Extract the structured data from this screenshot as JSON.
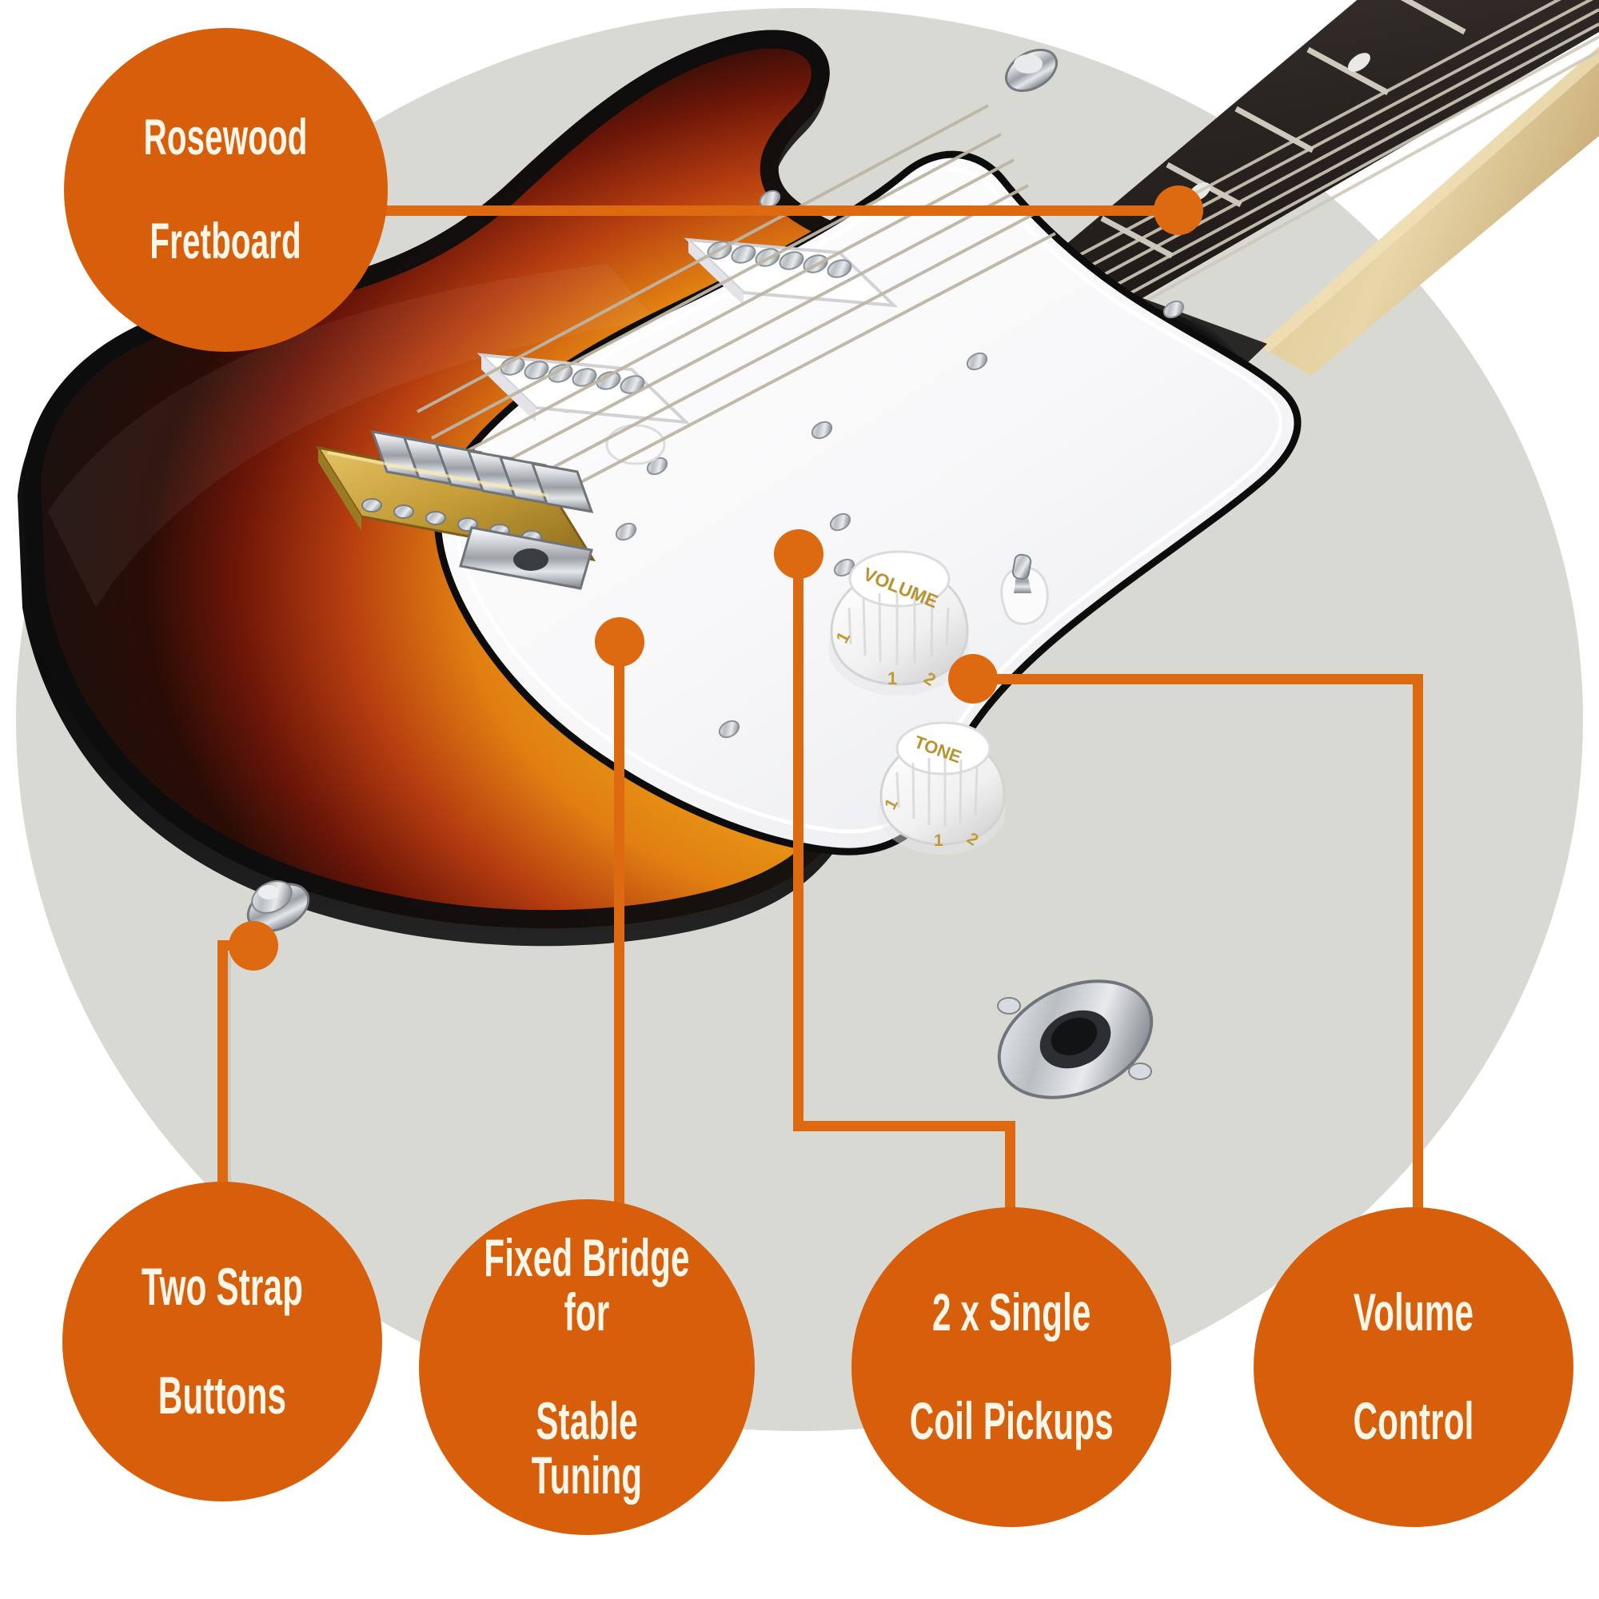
{
  "graphic": {
    "kind": "product-feature-infographic",
    "subject": "electric guitar, sunburst finish, white pickguard",
    "background_disc_color": "#d9d9d4",
    "accent_color": "#d75f0c",
    "connector_color": "#dd6a11",
    "label_text_color": "#fcf6e9"
  },
  "callouts": [
    {
      "id": "rosewood-fretboard",
      "line1": "Rosewood",
      "line2": "Fretboard",
      "position": "top-left",
      "anchor": "fretboard"
    },
    {
      "id": "two-strap-buttons",
      "line1": "Two Strap",
      "line2": "Buttons",
      "position": "bottom-1",
      "anchor": "strap-button"
    },
    {
      "id": "fixed-bridge",
      "line1": "Fixed Bridge for",
      "line2": "Stable Tuning",
      "position": "bottom-2",
      "anchor": "bridge"
    },
    {
      "id": "single-coil-pickups",
      "line1": "2 x Single",
      "line2": "Coil Pickups",
      "position": "bottom-3",
      "anchor": "neck-pickup"
    },
    {
      "id": "volume-control",
      "line1": "Volume",
      "line2": "Control",
      "position": "bottom-4",
      "anchor": "volume-knob"
    }
  ],
  "knobs": [
    {
      "id": "volume-knob",
      "label": "VOLUME",
      "numbers": [
        "1",
        "1",
        "2"
      ]
    },
    {
      "id": "tone-knob",
      "label": "TONE",
      "numbers": [
        "1",
        "1",
        "2"
      ]
    }
  ]
}
